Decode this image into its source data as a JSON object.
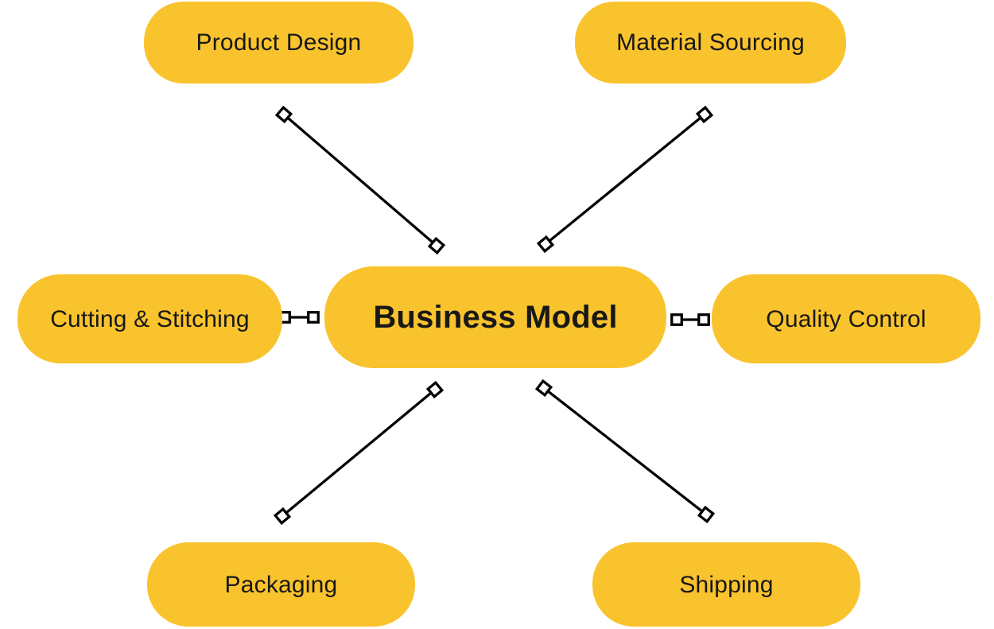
{
  "colors": {
    "background": "#FFFFFF",
    "node_fill": "#F9C32D",
    "node_text": "#181818",
    "connector": "#000000"
  },
  "diagram": {
    "center": {
      "id": "business-model",
      "label": "Business Model"
    },
    "nodes": [
      {
        "id": "product-design",
        "label": "Product Design"
      },
      {
        "id": "material-sourcing",
        "label": "Material Sourcing"
      },
      {
        "id": "cutting-stitching",
        "label": "Cutting & Stitching"
      },
      {
        "id": "quality-control",
        "label": "Quality Control"
      },
      {
        "id": "packaging",
        "label": "Packaging"
      },
      {
        "id": "shipping",
        "label": "Shipping"
      }
    ],
    "edges": [
      {
        "from": "business-model",
        "to": "product-design"
      },
      {
        "from": "business-model",
        "to": "material-sourcing"
      },
      {
        "from": "business-model",
        "to": "cutting-stitching"
      },
      {
        "from": "business-model",
        "to": "quality-control"
      },
      {
        "from": "business-model",
        "to": "packaging"
      },
      {
        "from": "business-model",
        "to": "shipping"
      }
    ]
  }
}
